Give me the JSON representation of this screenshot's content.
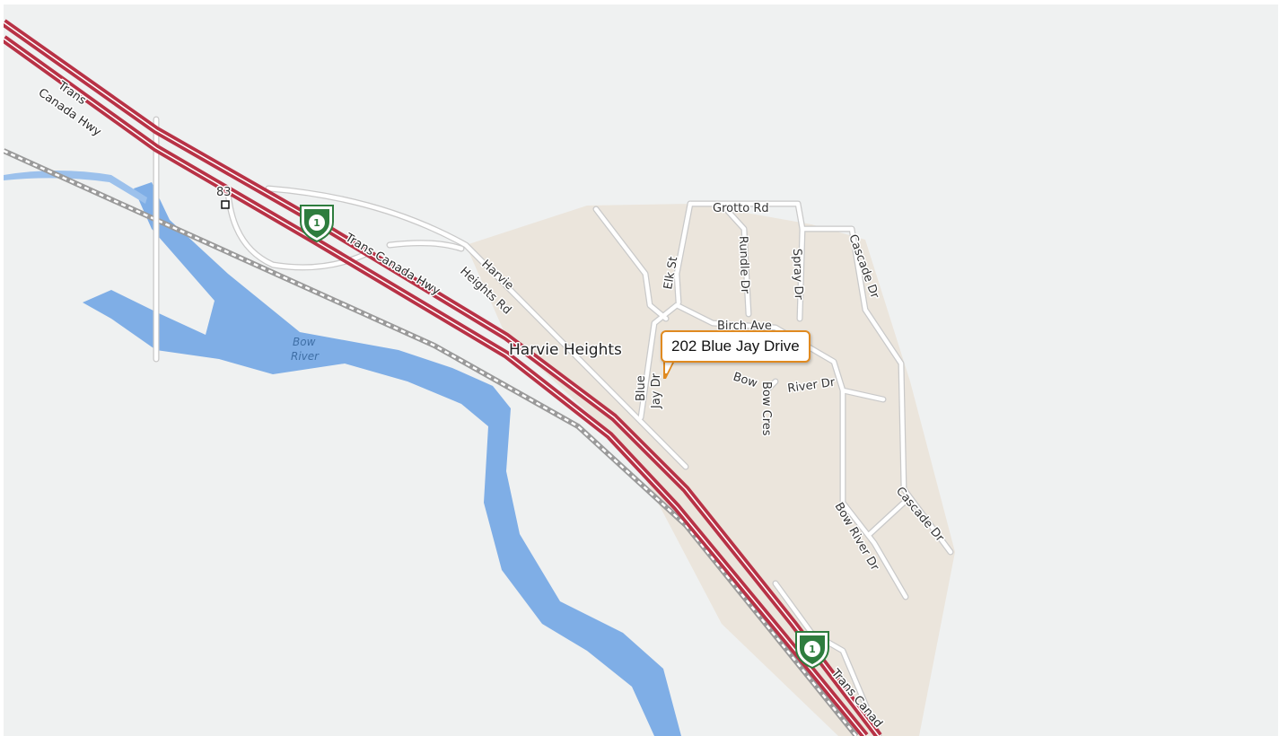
{
  "map": {
    "place_label": "Harvie Heights",
    "water_label_line1": "Bow",
    "water_label_line2": "River",
    "highway_shield_number": "1",
    "route_number": "83",
    "highway_labels": {
      "main": "Trans Canada Hwy",
      "top_line1": "Trans",
      "top_line2": "Canada Hwy",
      "bottom": "Trans Canad"
    },
    "streets": {
      "harvie_line1": "Harvie",
      "harvie_line2": "Heights Rd",
      "grotto": "Grotto Rd",
      "elk": "Elk St",
      "rundle": "Rundle Dr",
      "spray": "Spray Dr",
      "cascade_top": "Cascade Dr",
      "cascade_bottom": "Cascade Dr",
      "birch": "Birch Ave",
      "bow_partial": "Bow",
      "river_dr": "River Dr",
      "bow_cres": "Bow Cres",
      "bow_river_dr": "Bow River Dr",
      "blue_jay_line1": "Blue",
      "blue_jay_line2": "Jay Dr"
    },
    "colors": {
      "background": "#eff1f1",
      "water": "#7faee6",
      "urban_area": "#ebe5dc",
      "highway": "#b83246",
      "road": "#ffffff",
      "callout_border": "#e08a20",
      "shield": "#2e7d3e"
    }
  },
  "callout": {
    "address": "202 Blue Jay Drive"
  }
}
